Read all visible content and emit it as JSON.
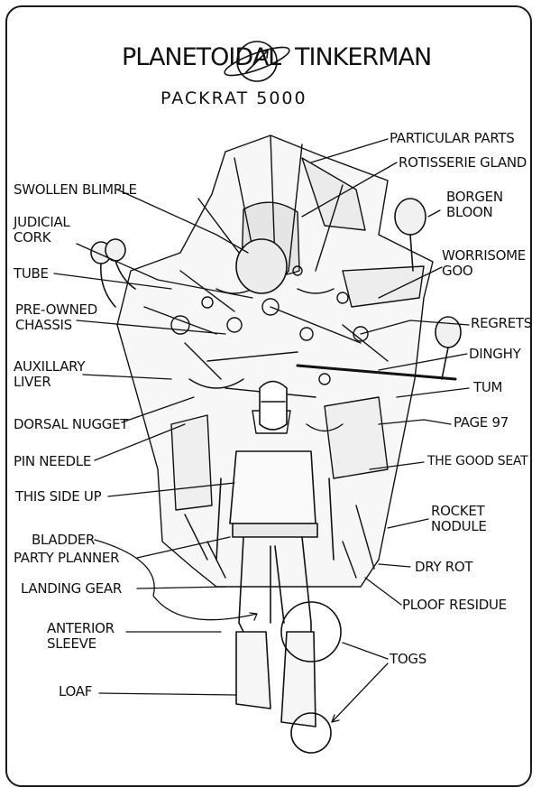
{
  "title": {
    "left": "PLANETOIDAL",
    "right": "TINKERMAN",
    "subtitle": "PACKRAT 5000"
  },
  "labels": {
    "particular_parts": "PARTICULAR PARTS",
    "rotisserie_gland": "ROTISSERIE GLAND",
    "borgen_bloon": "BORGEN\nBLOON",
    "worrisome_goo": "WORRISOME\nGOO",
    "regrets": "REGRETS",
    "dinghy": "DINGHY",
    "tum": "TUM",
    "page_97": "PAGE 97",
    "the_good_seat": "THE GOOD SEAT",
    "rocket_nodule": "ROCKET\nNODULE",
    "dry_rot": "DRY ROT",
    "ploof_residue": "PLOOF RESIDUE",
    "togs": "TOGS",
    "swollen_blimple": "SWOLLEN BLIMPLE",
    "judicial_cork": "JUDICIAL\nCORK",
    "tube": "TUBE",
    "pre_owned_chassis": "PRE-OWNED\nCHASSIS",
    "auxillary_liver": "AUXILLARY\nLIVER",
    "dorsal_nugget": "DORSAL NUGGET",
    "pin_needle": "PIN NEEDLE",
    "this_side_up": "THIS SIDE UP",
    "bladder": "BLADDER",
    "party_planner": "PARTY PLANNER",
    "landing_gear": "LANDING GEAR",
    "anterior_sleeve": "ANTERIOR\nSLEEVE",
    "loaf": "LOAF"
  }
}
